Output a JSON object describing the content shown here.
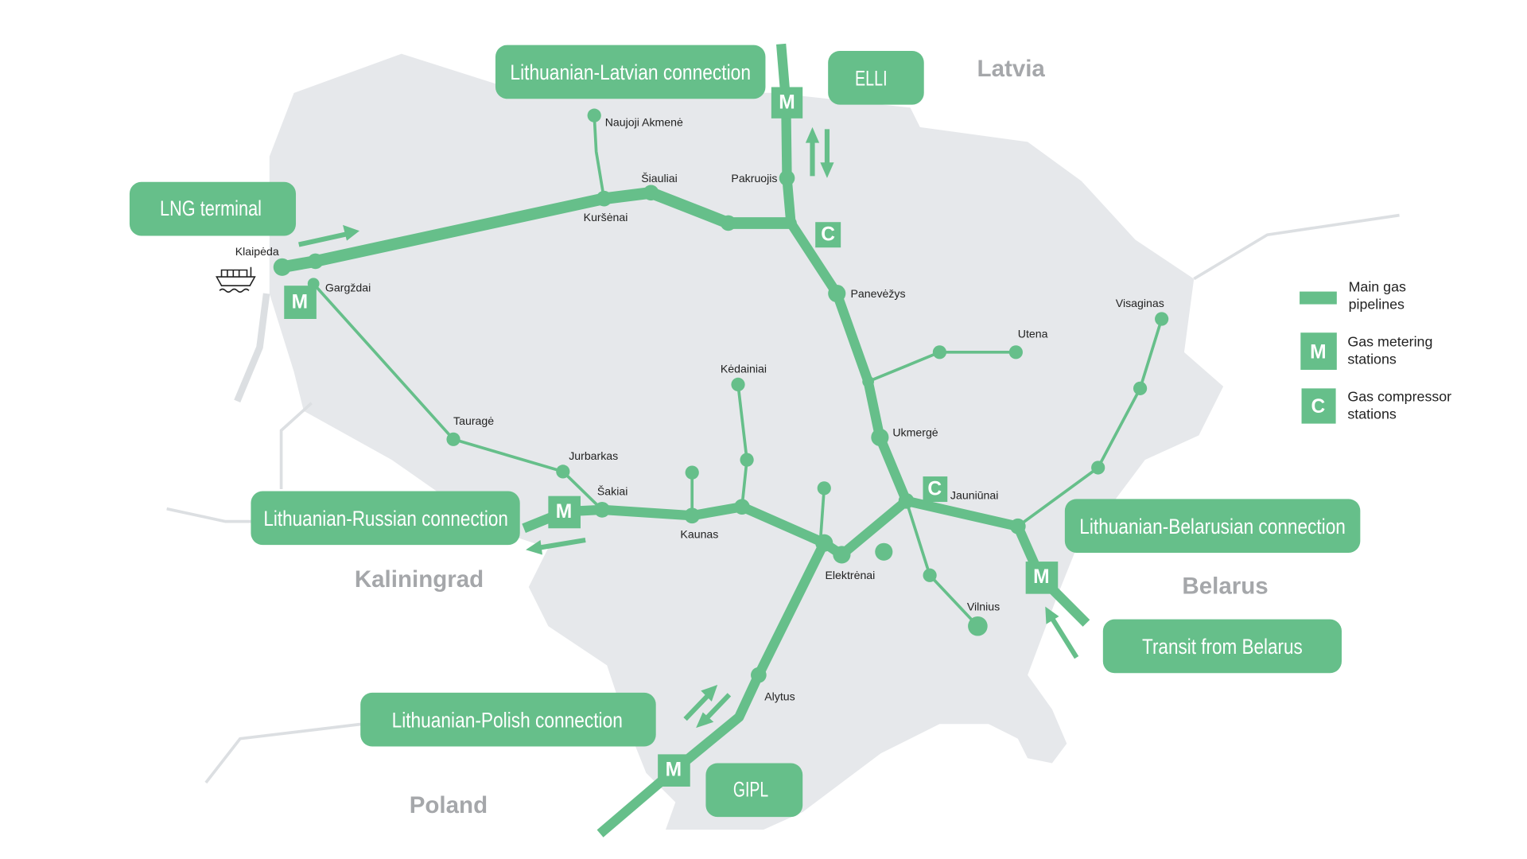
{
  "countries": {
    "latvia": "Latvia",
    "kaliningrad": "Kaliningrad",
    "belarus": "Belarus",
    "poland": "Poland"
  },
  "connections": {
    "latvian": "Lithuanian-Latvian connection",
    "elli": "ELLI",
    "lng": "LNG terminal",
    "russian": "Lithuanian-Russian connection",
    "belarusian": "Lithuanian-Belarusian connection",
    "transit": "Transit from Belarus",
    "polish": "Lithuanian-Polish connection",
    "gipl": "GIPL"
  },
  "cities": {
    "naujoji_akmene": "Naujoji Akmenė",
    "siauliai": "Šiauliai",
    "kursenai": "Kuršėnai",
    "pakruojis": "Pakruojis",
    "klaipeda": "Klaipėda",
    "gargzdai": "Gargždai",
    "panevezys": "Panevėžys",
    "utena": "Utena",
    "visaginas": "Visaginas",
    "kedainiai": "Kėdainiai",
    "taurage": "Tauragė",
    "jurbarkas": "Jurbarkas",
    "sakiai": "Šakiai",
    "ukmerge": "Ukmergė",
    "jauniunai": "Jauniūnai",
    "kaunas": "Kaunas",
    "elektrenai": "Elektrėnai",
    "vilnius": "Vilnius",
    "alytus": "Alytus"
  },
  "station_letters": {
    "metering": "M",
    "compressor": "C"
  },
  "legend": {
    "pipelines": [
      "Main gas",
      "pipelines"
    ],
    "metering": [
      "Gas metering",
      "stations"
    ],
    "compressor": [
      "Gas compressor",
      "stations"
    ]
  },
  "colors": {
    "pipeline": "#66bf8a",
    "land": "#e6e8eb",
    "country_label": "#a5a7aa"
  }
}
